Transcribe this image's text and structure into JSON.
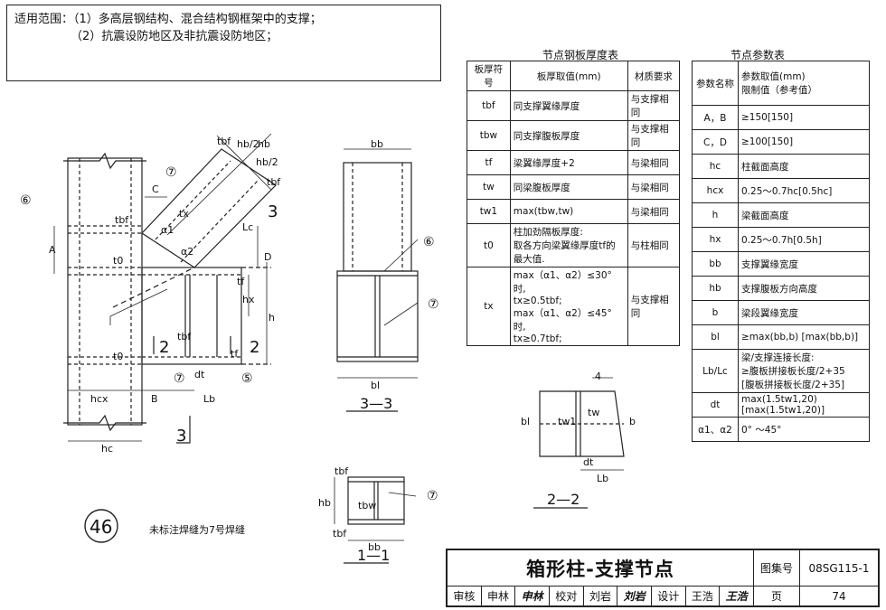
{
  "scope": {
    "prefix": "适用范围：",
    "line1": "（1）多高层钢结构、混合结构钢框架中的支撑；",
    "line2": "（2）抗震设防地区及非抗震设防地区；"
  },
  "plate_table": {
    "title": "节点钢板厚度表",
    "headers": [
      "板厚符号",
      "板厚取值(mm)",
      "材质要求"
    ],
    "rows": [
      [
        "tbf",
        "同支撑翼缘厚度",
        "与支撑相同"
      ],
      [
        "tbw",
        "同支撑腹板厚度",
        "与支撑相同"
      ],
      [
        "tf",
        "梁翼缘厚度+2",
        "与梁相同"
      ],
      [
        "tw",
        "同梁腹板厚度",
        "与梁相同"
      ],
      [
        "tw1",
        "max(tbw,tw)",
        "与梁相同"
      ],
      [
        "t0",
        "柱加劲隔板厚度:\n取各方向梁翼缘厚度tf的\n最大值.",
        "与柱相同"
      ],
      [
        "tx",
        "max（α1、α2）≤30° 时,\ntx≥0.5tbf;\nmax（α1、α2）≤45° 时,\ntx≥0.7tbf;",
        "与支撑相同"
      ]
    ]
  },
  "param_table": {
    "title": "节点参数表",
    "header_name": "参数名称",
    "header_value": "参数取值(mm)\n限制值（参考值）",
    "rows": [
      [
        "A，B",
        "≥150[150]"
      ],
      [
        "C，D",
        "≥100[150]"
      ],
      [
        "hc",
        "柱截面高度"
      ],
      [
        "hcx",
        "0.25～0.7hc[0.5hc]"
      ],
      [
        "h",
        "梁截面高度"
      ],
      [
        "hx",
        "0.25～0.7h[0.5h]"
      ],
      [
        "bb",
        "支撑翼缘宽度"
      ],
      [
        "hb",
        "支撑腹板方向高度"
      ],
      [
        "b",
        "梁段翼缘宽度"
      ],
      [
        "bl",
        "≥max(bb,b) [max(bb,b)]"
      ],
      [
        "Lb/Lc",
        "梁/支撑连接长度:\n≥腹板拼接板长度/2+35\n[腹板拼接板长度/2+35]"
      ],
      [
        "dt",
        "max(1.5tw1,20)\n[max(1.5tw1,20)]"
      ],
      [
        "α1、α2",
        "0° ～45°"
      ]
    ]
  },
  "drawing": {
    "circle_label": "46",
    "note": "未标注焊缝为7号焊缝",
    "section_33": "3—3",
    "section_22": "2—2",
    "section_11": "1—1",
    "labels": {
      "hc": "hc",
      "hcx": "hcx",
      "B": "B",
      "Lb": "Lb",
      "A": "A",
      "C": "C",
      "D": "D",
      "h": "h",
      "hx": "hx",
      "bb": "bb",
      "bl": "bl",
      "hb": "hb",
      "hb2": "hb/2",
      "tbf": "tbf",
      "tbw": "tbw",
      "t0": "t0",
      "tf": "tf",
      "tx": "tx",
      "dt": "dt",
      "b": "b",
      "a1": "α1",
      "a2": "α2",
      "Lc": "Lc",
      "tw": "tw",
      "tw1": "tw1",
      "n2": "2",
      "n3": "3",
      "w4": "4",
      "m5": "⑤",
      "m6": "⑥",
      "m7": "⑦"
    }
  },
  "title_block": {
    "title": "箱形柱-支撑节点",
    "atlas_label": "图集号",
    "atlas_no": "08SG115-1",
    "page_label": "页",
    "page_no": "74",
    "review_label": "审核",
    "reviewer": "申林",
    "check_label": "校对",
    "checker": "刘岩",
    "design_label": "设计",
    "designer": "王浩"
  }
}
